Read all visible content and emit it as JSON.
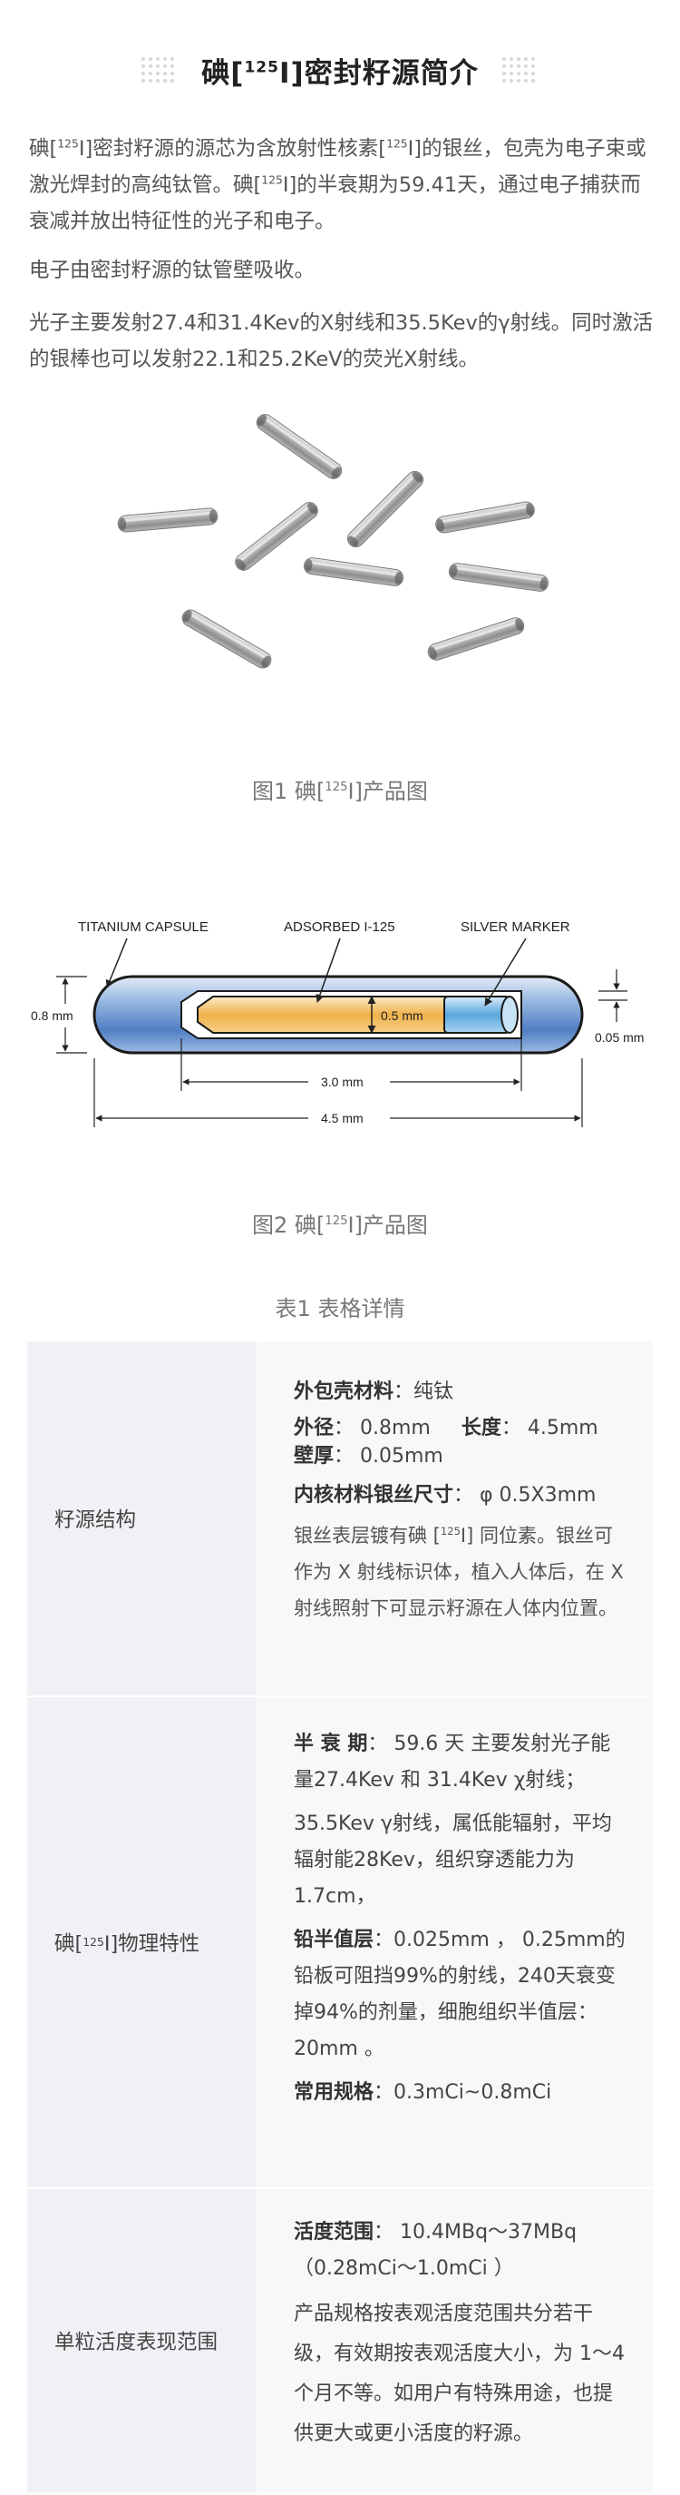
{
  "title": {
    "prefix": "碘[",
    "sup": "125",
    "suffix": "I]密封籽源简介"
  },
  "intro": {
    "p1_a": "碘[",
    "p1_sup1": "125",
    "p1_b": "I]密封籽源的源芯为含放射性核素[",
    "p1_sup2": "125",
    "p1_c": "I]的银丝，包壳为电子束或激光焊封的高纯钛管。碘[",
    "p1_sup3": "125",
    "p1_d": "I]的半衰期为59.41天，通过电子捕获而衰减并放出特征性的光子和电子。",
    "p2": "电子由密封籽源的钛管壁吸收。",
    "p3": "光子主要发射27.4和31.4Kev的X射线和35.5Kev的γ射线。同时激活的银棒也可以发射22.1和25.2KeV的荧光X射线。"
  },
  "figure1": {
    "caption_a": "图1  碘[",
    "caption_sup": "125",
    "caption_b": "I]产品图"
  },
  "figure2": {
    "label_titanium": "TITANIUM CAPSULE",
    "label_adsorbed": "ADSORBED I-125",
    "label_silver": "SILVER MARKER",
    "dim_08": "0.8 mm",
    "dim_05": "0.5 mm",
    "dim_005": "0.05 mm",
    "dim_30": "3.0 mm",
    "dim_45": "4.5 mm",
    "caption_a": "图2  碘[",
    "caption_sup": "125",
    "caption_b": "I]产品图"
  },
  "table": {
    "caption": "表1  表格详情",
    "row1": {
      "label": "籽源结构",
      "shell_label": "外包壳材料",
      "shell_value": "：纯钛",
      "od_label": "外径",
      "od_value": "：  0.8mm",
      "len_label": "长度",
      "len_value": "：  4.5mm",
      "wall_label": "壁厚",
      "wall_value": "：  0.05mm",
      "core_label": "内核材料银丝尺寸",
      "core_value": "：  φ 0.5X3mm",
      "note_a": "银丝表层镀有碘 [",
      "note_sup": "125",
      "note_b": "I] 同位素。银丝可作为 X 射线标识体，植入人体后，在 X 射线照射下可显示籽源在人体内位置。"
    },
    "row2": {
      "label_a": "碘[",
      "label_sup": "125",
      "label_b": "I]物理特性",
      "half_label": "半 衰 期",
      "half_value": "：  59.6 天 主要发射光子能量27.4Kev 和 31.4Kev χ射线；",
      "gamma_text": "35.5Kev γ射线，属低能辐射，平均辐射能28Kev，组织穿透能力为1.7cm，",
      "lead_label": "铅半值层",
      "lead_value": "：0.025mm ，  0.25mm的铅板可阻挡99%的射线，240天衰变掉94%的剂量，细胞组织半值层：20mm 。",
      "spec_label": "常用规格",
      "spec_value": "：0.3mCi~0.8mCi"
    },
    "row3": {
      "label": "单粒活度表现范围",
      "range_label": "活度范围",
      "range_value": "：  10.4MBq～37MBq  （0.28mCi～1.0mCi ）",
      "desc": "产品规格按表观活度范围共分若干级，有效期按表观活度大小，为 1～4 个月不等。如用户有特殊用途，也提供更大或更小活度的籽源。"
    }
  },
  "colors": {
    "title": "#222222",
    "text": "#555555",
    "table_left_bg": "#f0f1f5",
    "table_right_bg": "#f7f8fa",
    "capsule_blue": "#4f7fc4",
    "core_orange": "#f0b24a"
  }
}
